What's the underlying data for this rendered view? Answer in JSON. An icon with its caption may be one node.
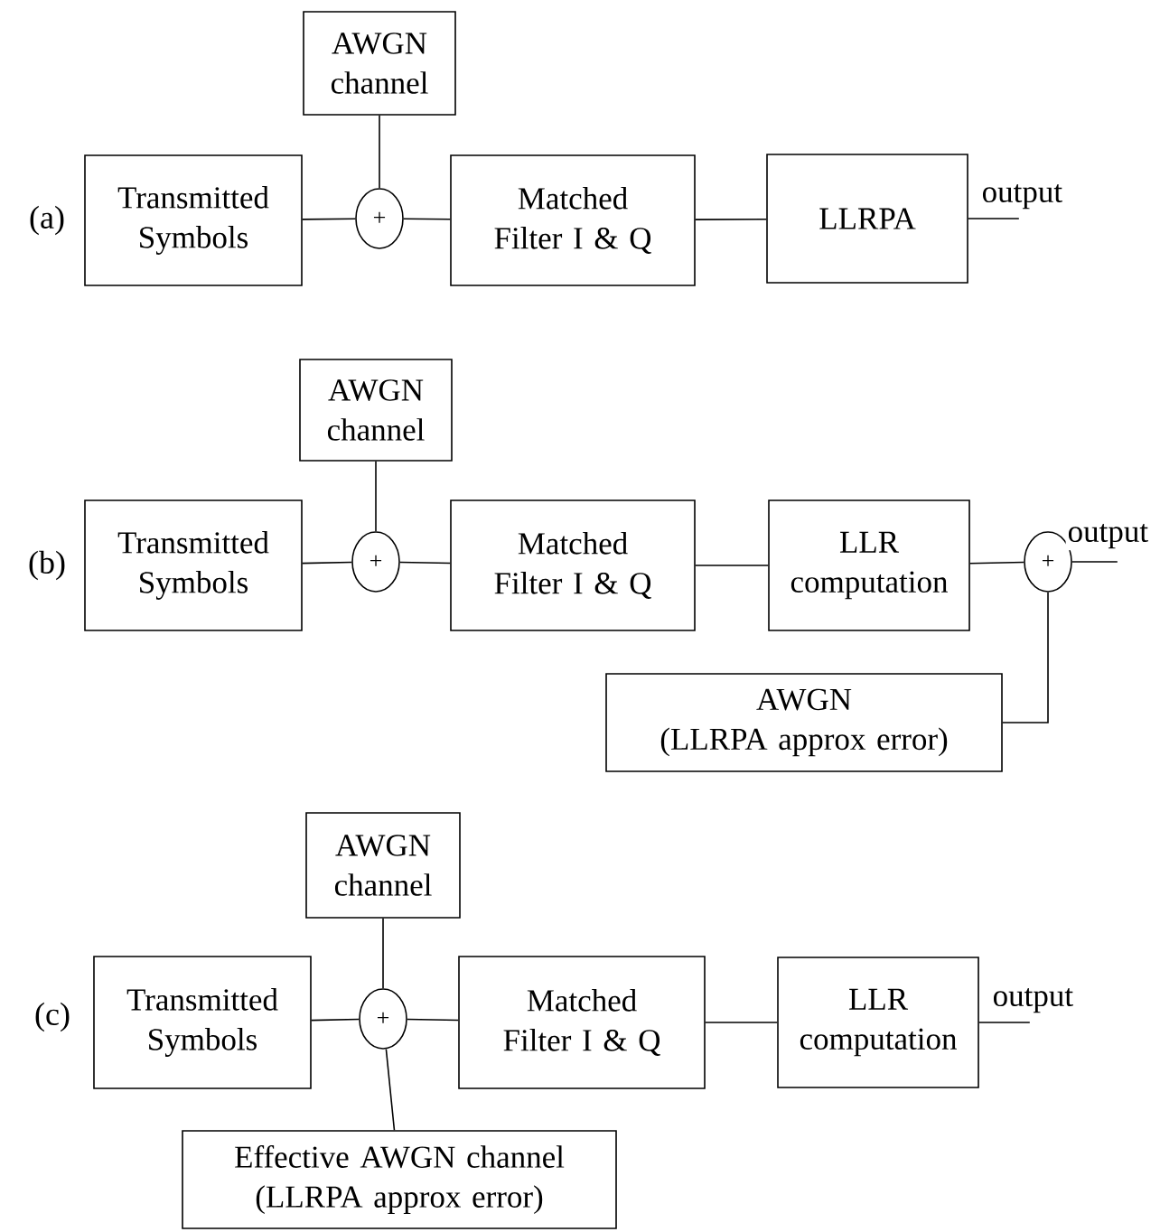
{
  "diagram": {
    "nodes": [
      {
        "text": [
          "AWGN channel"
        ]
      },
      {
        "text": [
          "Transmitted Symbols"
        ]
      },
      {
        "text": [
          "+"
        ]
      },
      {
        "text": [
          "Matched Filter I & Q"
        ]
      },
      {
        "text": [
          "LLRPA"
        ]
      },
      {
        "text": [
          "AWGN channel"
        ]
      },
      {
        "text": [
          "Transmitted Symbols"
        ]
      },
      {
        "text": [
          "+"
        ]
      },
      {
        "text": [
          "Matched Filter I & Q"
        ]
      },
      {
        "text": [
          "LLR computation"
        ]
      },
      {
        "text": [
          "+"
        ]
      },
      {
        "text": [
          "AWGN",
          "(LLRPA approx error)"
        ]
      },
      {
        "text": [
          "AWGN channel"
        ]
      },
      {
        "text": [
          "Transmitted Symbols"
        ]
      },
      {
        "text": [
          "+"
        ]
      },
      {
        "text": [
          "Matched Filter I & Q"
        ]
      },
      {
        "text": [
          "LLR computation"
        ]
      },
      {
        "text": [
          "Effective AWGN channel (LLRPA approx error)"
        ]
      }
    ],
    "edges": [
      {
        "from": 0,
        "to": 2,
        "arrow": "none"
      },
      {
        "from": 1,
        "to": 2,
        "arrow": "none"
      },
      {
        "from": 2,
        "to": 3,
        "arrow": "none"
      },
      {
        "from": 3,
        "to": 4,
        "arrow": "none"
      },
      {
        "from": 4,
        "to": null,
        "arrow": "none",
        "label": "output"
      },
      {
        "from": 5,
        "to": 7,
        "arrow": "none"
      },
      {
        "from": 6,
        "to": 7,
        "arrow": "none"
      },
      {
        "from": 7,
        "to": 8,
        "arrow": "none"
      },
      {
        "from": 8,
        "to": 9,
        "arrow": "none"
      },
      {
        "from": 9,
        "to": 10,
        "arrow": "none"
      },
      {
        "from": 11,
        "to": 10,
        "arrow": "none"
      },
      {
        "from": 10,
        "to": null,
        "arrow": "none",
        "label": "output"
      },
      {
        "from": 12,
        "to": 14,
        "arrow": "none"
      },
      {
        "from": 13,
        "to": 14,
        "arrow": "none"
      },
      {
        "from": 14,
        "to": 15,
        "arrow": "none"
      },
      {
        "from": 15,
        "to": 16,
        "arrow": "none"
      },
      {
        "from": 17,
        "to": 14,
        "arrow": "none"
      },
      {
        "from": 16,
        "to": null,
        "arrow": "none",
        "label": "output"
      }
    ],
    "labels": [
      "(a)",
      "(b)",
      "(c)"
    ]
  }
}
